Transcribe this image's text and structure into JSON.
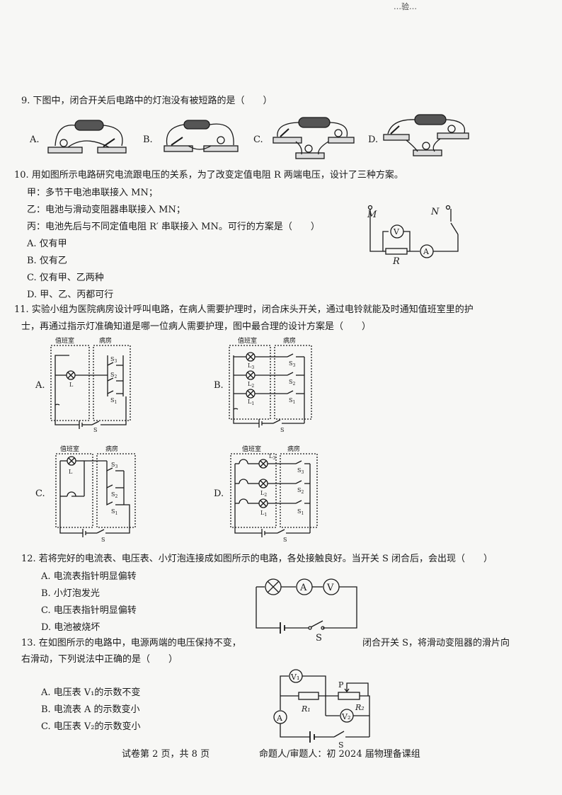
{
  "header_mark": "…验…",
  "q9": {
    "stem": "9. 下图中，闭合开关后电路中的灯泡没有被短路的是（　　）",
    "options": [
      "A.",
      "B.",
      "C.",
      "D."
    ]
  },
  "q10": {
    "stem": "10. 用如图所示电路研究电流跟电压的关系，为了改变定值电阻 R 两端电压，设计了三种方案。",
    "jia": "甲：多节干电池串联接入 MN；",
    "yi": "乙：电池与滑动变阻器串联接入 MN；",
    "bing": "丙：电池先后与不同定值电阻 R′ 串联接入 MN。可行的方案是（　　）",
    "options": [
      "A. 仅有甲",
      "B. 仅有乙",
      "C. 仅有甲、乙两种",
      "D. 甲、乙、丙都可行"
    ],
    "figure": {
      "M": "M",
      "N": "N",
      "R": "R",
      "V": "V",
      "A": "A"
    }
  },
  "q11": {
    "stem_line1": "11. 实验小组为医院病房设计呼叫电路，在病人需要护理时，闭合床头开关，通过电铃就能及时通知值班室里的护",
    "stem_line2": "士，再通过指示灯准确知道是哪一位病人需要护理，图中最合理的设计方案是（　　）",
    "options": [
      "A.",
      "B.",
      "C.",
      "D."
    ],
    "duty_room": "值班室",
    "ward": "病房",
    "labels": {
      "S": "S",
      "S1": "S",
      "S2": "S",
      "S3": "S",
      "L": "L",
      "L1": "L",
      "L2": "L",
      "L3": "L",
      "sub1": "1",
      "sub2": "2",
      "sub3": "3"
    }
  },
  "q12": {
    "stem": "12. 若将完好的电流表、电压表、小灯泡连接成如图所示的电路，各处接触良好。当开关 S 闭合后，会出现（　　）",
    "options": [
      "A. 电流表指针明显偏转",
      "B. 小灯泡发光",
      "C. 电压表指针明显偏转",
      "D. 电池被烧坏"
    ],
    "figure": {
      "A": "A",
      "V": "V",
      "S": "S"
    }
  },
  "q13": {
    "stem_part1": "13. 在如图所示的电路中，电源两端的电压保持不变，",
    "stem_part2": "闭合开关 S，将滑动变阻器的滑片向",
    "stem_line2": "右滑动，下列说法中正确的是（　　）",
    "options": [
      "A. 电压表 V₁的示数不变",
      "B. 电流表 A 的示数变小",
      "C. 电压表 V₂的示数变小"
    ],
    "figure": {
      "V1": "V₁",
      "V2": "V₂",
      "A": "A",
      "P": "P",
      "R1": "R₁",
      "R2": "R₂",
      "S": "S"
    }
  },
  "footer": {
    "page": "试卷第 2 页，共 8 页",
    "author": "命题人/审题人：初 2024 届物理备课组"
  }
}
